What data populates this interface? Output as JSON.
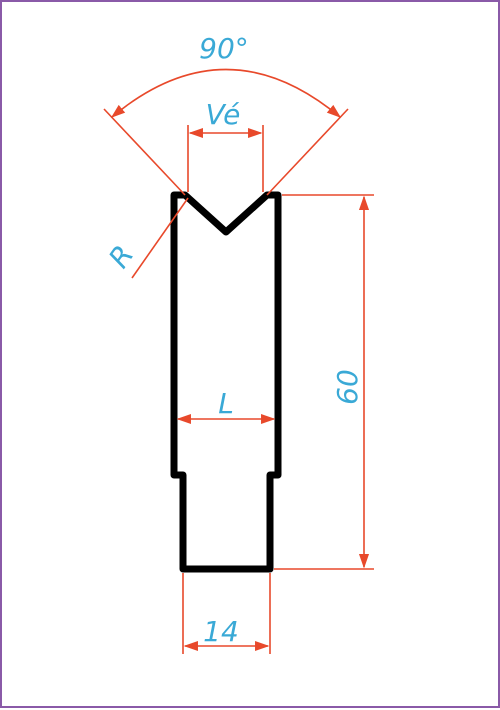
{
  "diagram": {
    "labels": {
      "angle": "90°",
      "ve": "Vé",
      "radius": "R",
      "length": "L",
      "height": "60",
      "width": "14"
    },
    "colors": {
      "outline": "#000000",
      "dimension_line": "#e8492b",
      "dimension_text": "#3aa9d6",
      "frame": "#8a5aa8"
    }
  }
}
